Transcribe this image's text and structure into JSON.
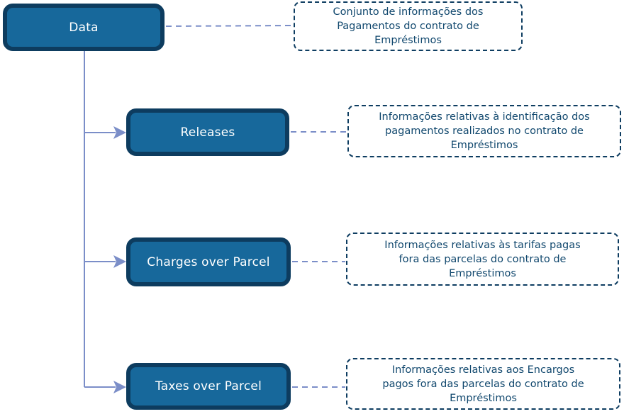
{
  "diagram": {
    "root": {
      "label": "Data",
      "description_lines": [
        "Conjunto de informações dos",
        "Pagamentos do contrato de",
        "Empréstimos"
      ]
    },
    "children": [
      {
        "label": "Releases",
        "description_lines": [
          "Informações relativas à identificação dos",
          "pagamentos realizados no contrato de",
          "Empréstimos"
        ]
      },
      {
        "label": "Charges over Parcel",
        "description_lines": [
          "Informações relativas às tarifas pagas",
          "fora das parcelas do contrato de",
          "Empréstimos"
        ]
      },
      {
        "label": "Taxes over Parcel",
        "description_lines": [
          "Informações relativas aos Encargos",
          "pagos fora das parcelas do contrato de",
          "Empréstimos"
        ]
      }
    ],
    "colors": {
      "node_fill": "#17689b",
      "node_border": "#0d3c5f",
      "node_text": "#ffffff",
      "annotation_border": "#0e3d61",
      "annotation_text": "#11486e",
      "connector": "#7b8ec8",
      "canvas_bg": "#ffffff"
    }
  }
}
